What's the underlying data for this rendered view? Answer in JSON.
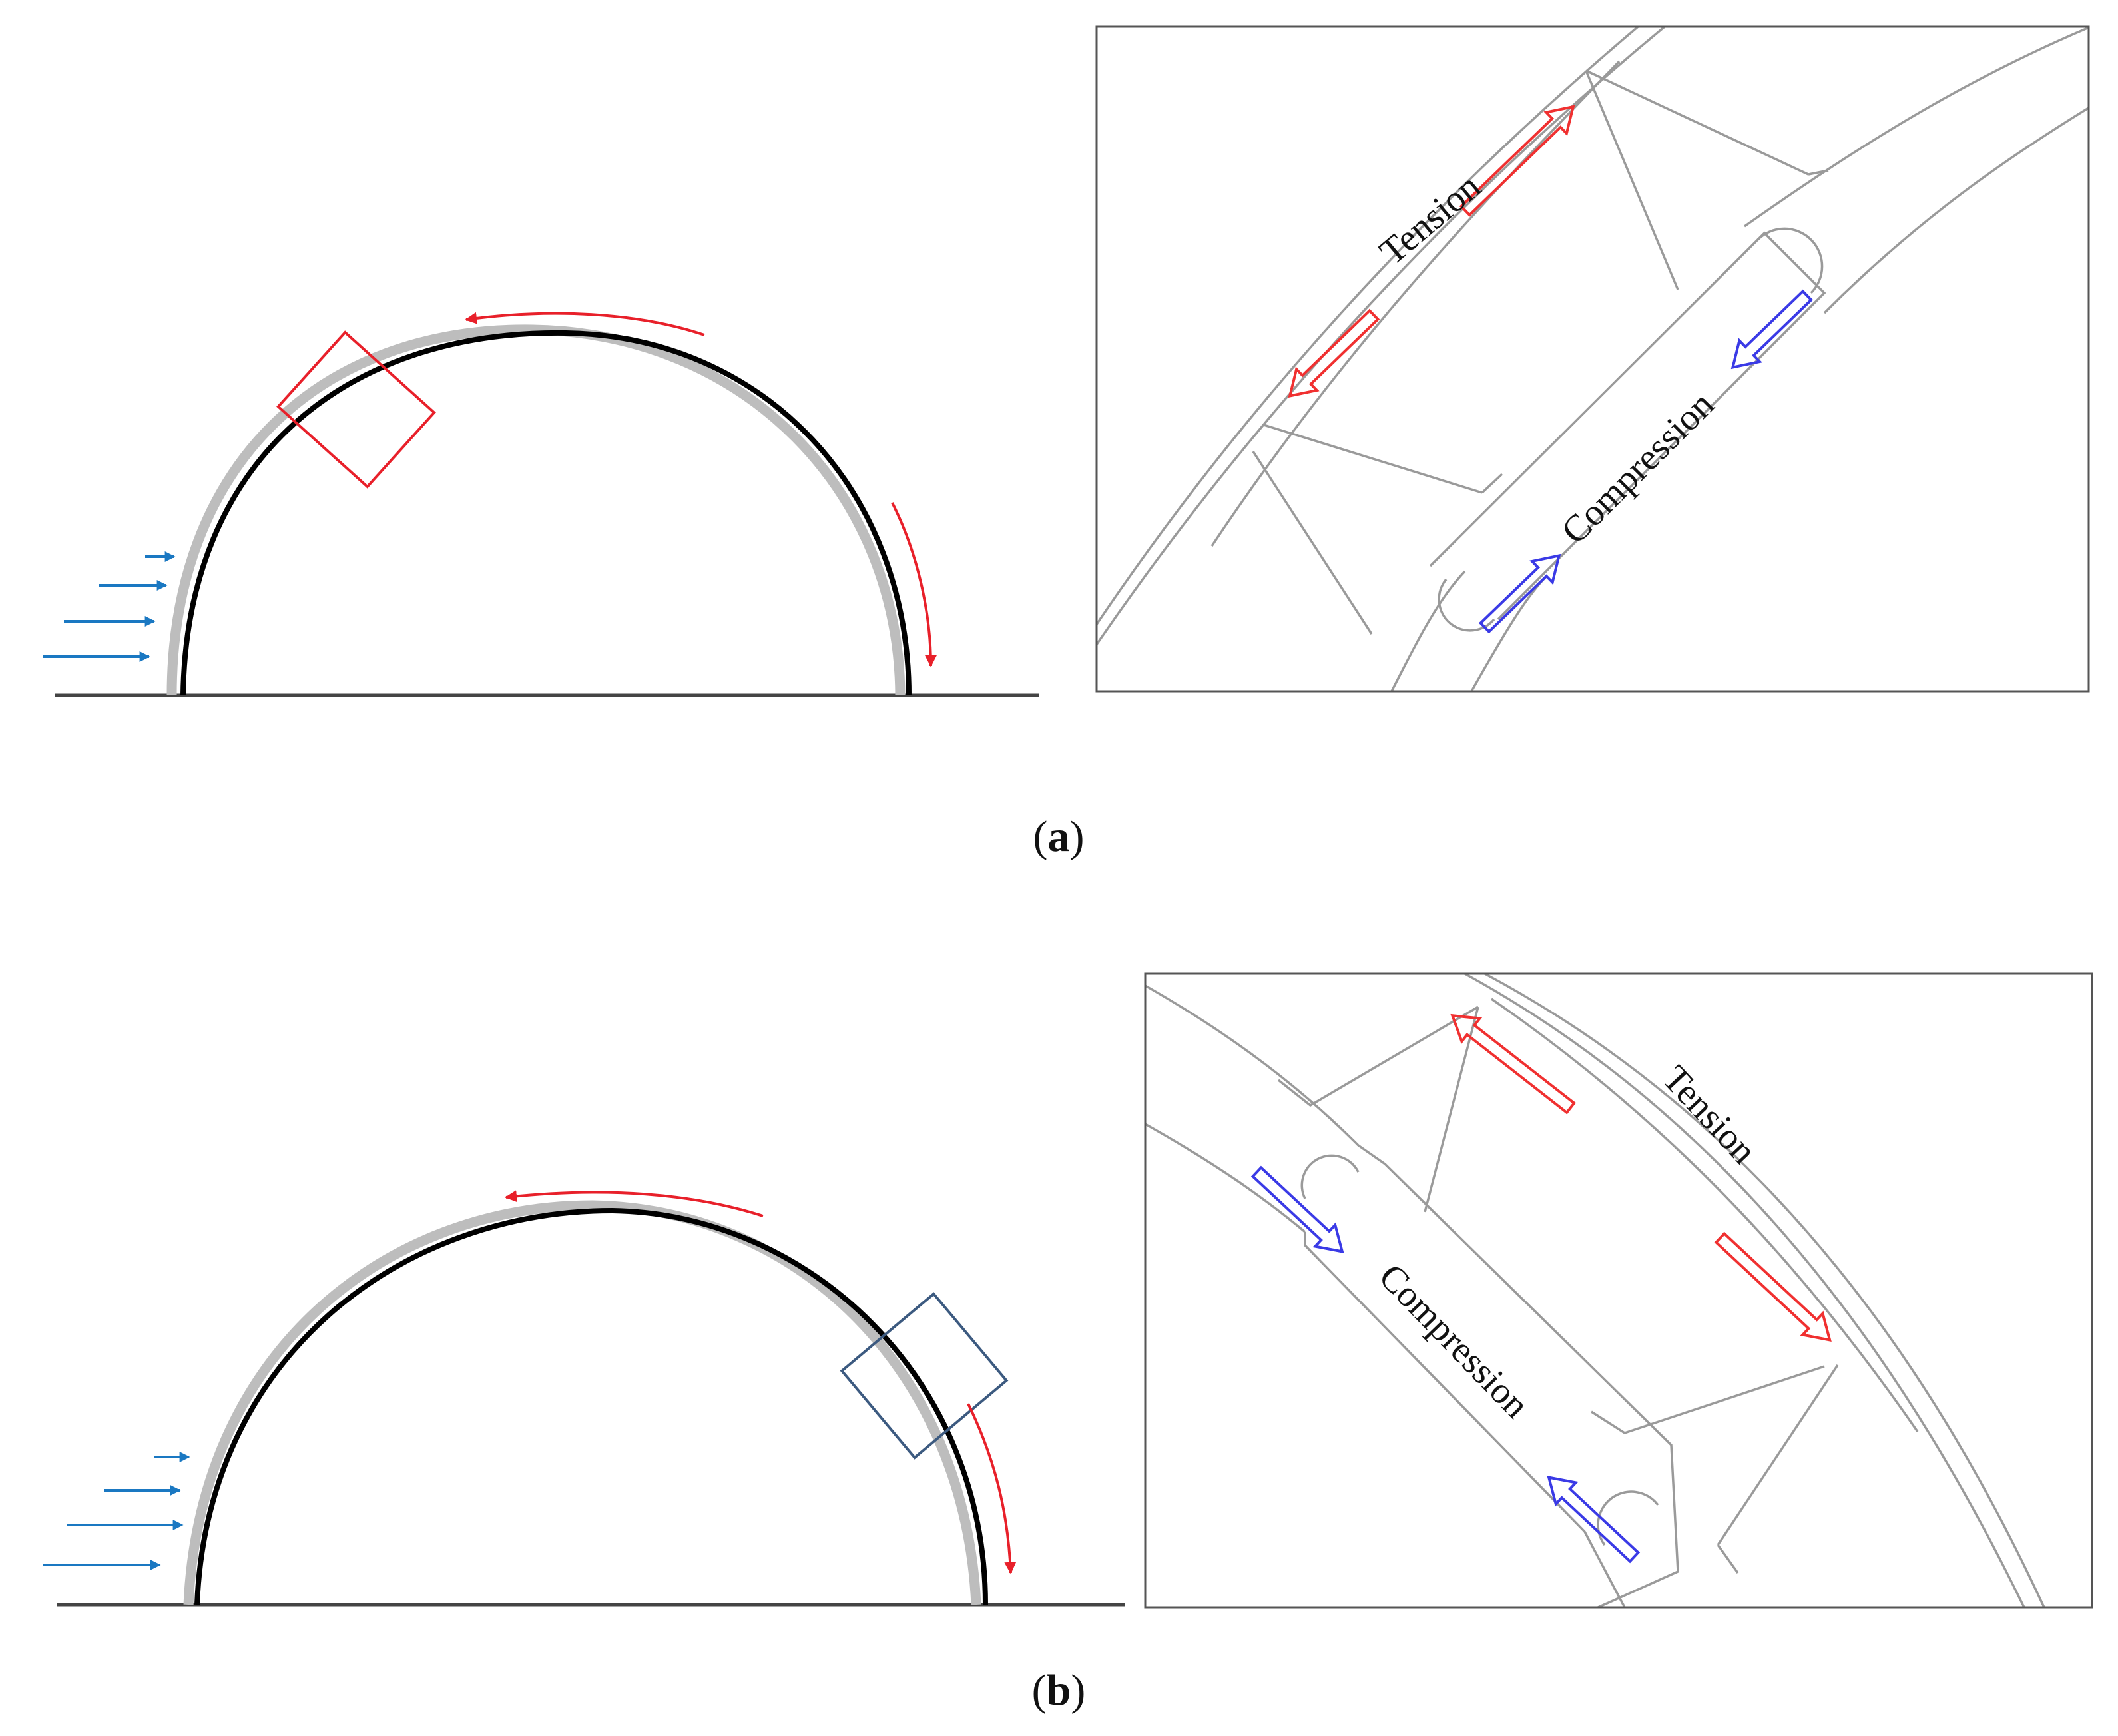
{
  "panels": [
    {
      "id": "a",
      "caption_letter": "a",
      "detail": {
        "tension_label": "Tension",
        "compression_label": "Compression"
      }
    },
    {
      "id": "b",
      "caption_letter": "b",
      "detail": {
        "tension_label": "Tension",
        "compression_label": "Compression"
      }
    }
  ],
  "colors": {
    "arch": "#000000",
    "deformed_arch": "#bdbdbd",
    "wind_arrows": "#1a78c2",
    "rotation_arrows": "#e8202a",
    "highlight_box_a": "#e8202a",
    "highlight_box_b": "#3c5a80",
    "tension_arrows": "#f03030",
    "compression_arrows": "#3a3ae6",
    "detail_lines": "#9a9a9a",
    "frame": "#555555"
  },
  "icons": {
    "wind": "wind-arrow-icon",
    "rotation": "curved-arrow-icon"
  }
}
